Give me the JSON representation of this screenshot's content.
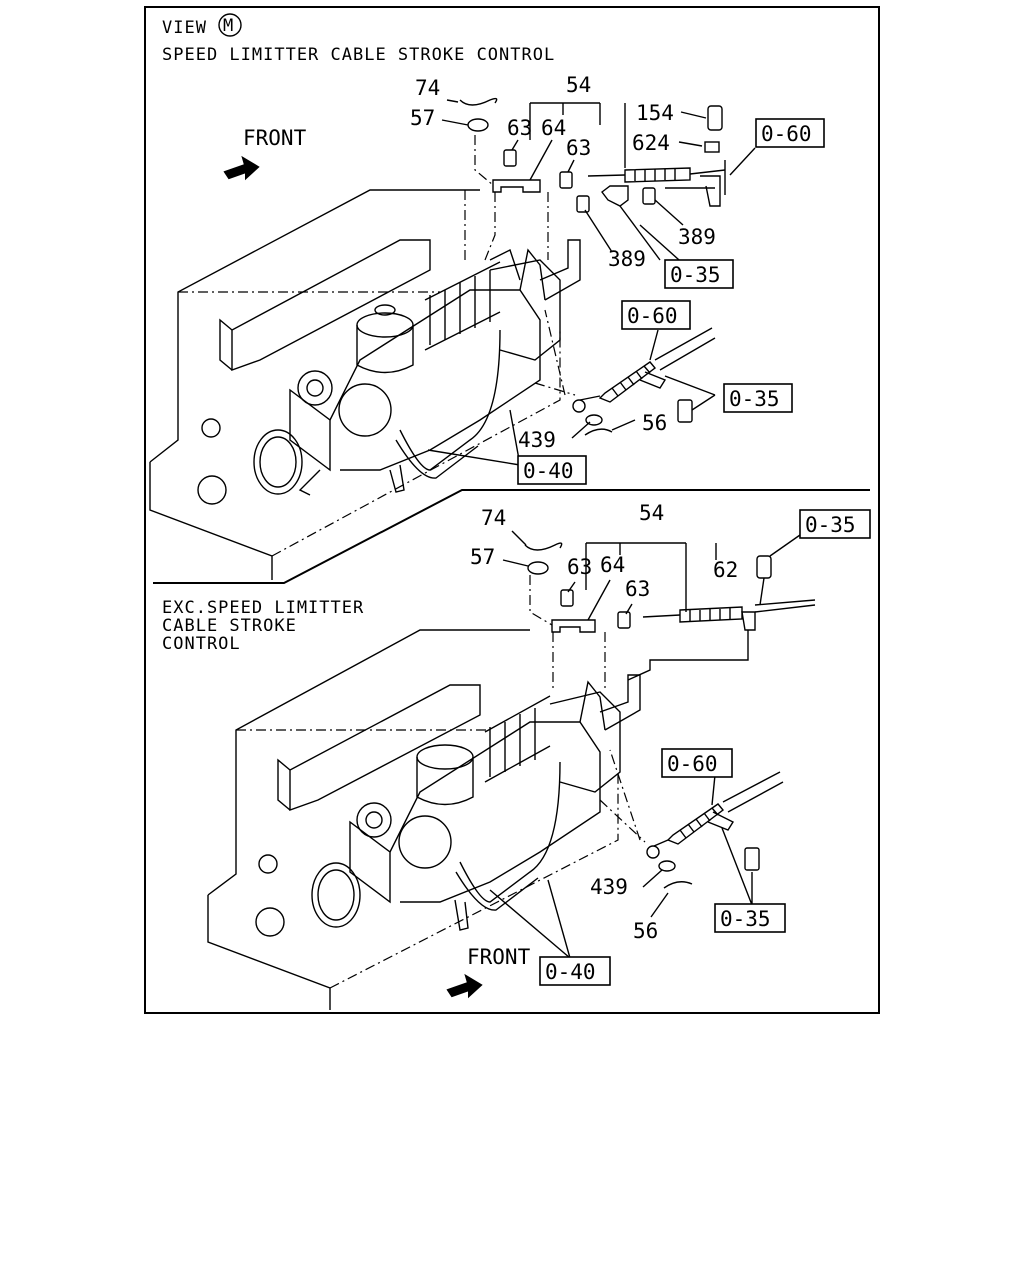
{
  "view": {
    "word": "VIEW",
    "letter": "M",
    "title": "SPEED LIMITTER CABLE STROKE CONTROL"
  },
  "lower_caption": [
    "EXC.SPEED LIMITTER",
    "CABLE STROKE",
    "CONTROL"
  ],
  "front_label": "FRONT",
  "upper": {
    "callouts": [
      "74",
      "57",
      "54",
      "63",
      "64",
      "63",
      "154",
      "624",
      "389",
      "389",
      "56",
      "439"
    ],
    "refs": [
      "0-60",
      "0-35",
      "0-60",
      "0-35",
      "0-40"
    ]
  },
  "lower": {
    "callouts": [
      "74",
      "54",
      "57",
      "63",
      "64",
      "63",
      "62",
      "439",
      "56"
    ],
    "refs": [
      "0-35",
      "0-60",
      "0-35",
      "0-40"
    ]
  }
}
